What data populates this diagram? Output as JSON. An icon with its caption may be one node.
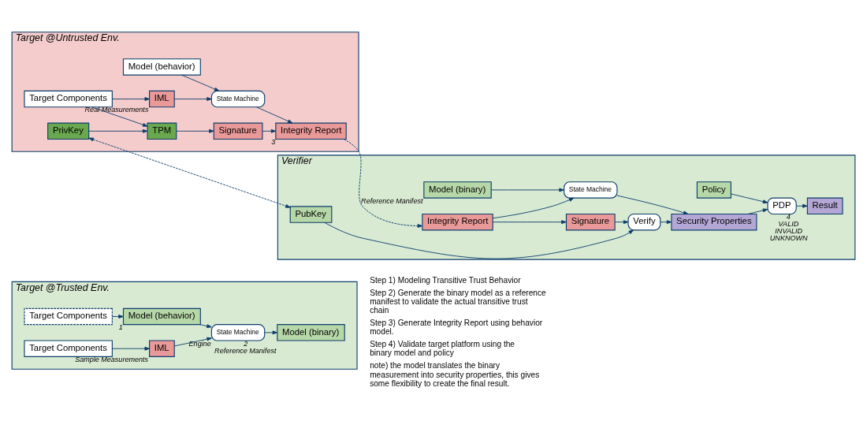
{
  "diagram": {
    "nodes": [
      {
        "text": [
          "Target @Trusted Env."
        ]
      },
      {
        "text": [
          "Target Components"
        ],
        "in": 0
      },
      {
        "text": [
          "Model (behavior)"
        ],
        "in": 0,
        "beside": [
          "1"
        ]
      },
      {
        "text": [
          "Target Components"
        ],
        "in": 0
      },
      {
        "text": [
          "IML"
        ],
        "in": 0,
        "beside": [
          "Sample Measurements"
        ]
      },
      {
        "text": [
          "State Machine"
        ],
        "in": 0,
        "beside": [
          "Engine"
        ]
      },
      {
        "text": [
          "Model (binary)"
        ],
        "in": 0,
        "beside": [
          "2",
          "Reference Manifest"
        ]
      },
      {
        "text": [
          "Target @Untrusted Env."
        ]
      },
      {
        "text": [
          "Model (behavior)"
        ],
        "in": 7
      },
      {
        "text": [
          "Target Components"
        ],
        "in": 7
      },
      {
        "text": [
          "IML"
        ],
        "in": 7,
        "beside": [
          "Real Measurements"
        ]
      },
      {
        "text": [
          "TPM"
        ],
        "in": 7
      },
      {
        "text": [
          "State Machine"
        ],
        "in": 7
      },
      {
        "text": [
          "Signature"
        ],
        "in": 7
      },
      {
        "text": [
          "Integrity Report"
        ],
        "in": 7,
        "beside": [
          "3"
        ]
      },
      {
        "text": [
          "PrivKey"
        ],
        "in": 7
      },
      {
        "text": [
          "Verifier"
        ]
      },
      {
        "text": [
          "Model (binary)"
        ],
        "in": 16,
        "beside": [
          "Reference Manifest"
        ]
      },
      {
        "text": [
          "Policy"
        ],
        "in": 16
      },
      {
        "text": [
          "Integrity Report"
        ],
        "in": 16
      },
      {
        "text": [
          "State Machine"
        ],
        "in": 16
      },
      {
        "text": [
          "Signature"
        ],
        "in": 16
      },
      {
        "text": [
          "Verify"
        ],
        "in": 16
      },
      {
        "text": [
          "Security Properties"
        ],
        "in": 16
      },
      {
        "text": [
          "PDP"
        ],
        "in": 16
      },
      {
        "text": [
          "Result"
        ],
        "in": 16,
        "beside": [
          "4",
          "VALID",
          "INVALID",
          "UNKNOWN"
        ]
      },
      {
        "text": [
          "PubKey"
        ],
        "in": 16
      }
    ],
    "edges": [
      {
        "from": 1,
        "to": 2,
        "arrow": "to"
      },
      {
        "from": 2,
        "to": 5,
        "arrow": "to"
      },
      {
        "from": 3,
        "to": 4,
        "arrow": "to"
      },
      {
        "from": 4,
        "to": 5,
        "arrow": "to"
      },
      {
        "from": 5,
        "to": 6,
        "arrow": "to"
      },
      {
        "from": 8,
        "to": 12,
        "arrow": "to"
      },
      {
        "from": 9,
        "to": 10,
        "arrow": "to"
      },
      {
        "from": 9,
        "to": 11,
        "arrow": "to"
      },
      {
        "from": 10,
        "to": 12,
        "arrow": "to"
      },
      {
        "from": 11,
        "to": 13,
        "arrow": "to"
      },
      {
        "from": 12,
        "to": 14,
        "arrow": "to"
      },
      {
        "from": 13,
        "to": 14,
        "arrow": "to"
      },
      {
        "from": 15,
        "to": 11,
        "arrow": "to"
      },
      {
        "from": 14,
        "to": 19,
        "arrow": "to",
        "style": "dashed"
      },
      {
        "from": 15,
        "to": 26,
        "arrow": "both",
        "style": "dashed"
      },
      {
        "from": 17,
        "to": 20,
        "arrow": "to"
      },
      {
        "from": 19,
        "to": 20,
        "arrow": "to"
      },
      {
        "from": 19,
        "to": 21,
        "arrow": "to"
      },
      {
        "from": 21,
        "to": 22,
        "arrow": "to"
      },
      {
        "from": 26,
        "to": 22,
        "arrow": "to"
      },
      {
        "from": 20,
        "to": 23,
        "arrow": "to"
      },
      {
        "from": 22,
        "to": 23,
        "arrow": "to"
      },
      {
        "from": 23,
        "to": 24,
        "arrow": "to"
      },
      {
        "from": 18,
        "to": 24,
        "arrow": "to"
      },
      {
        "from": 24,
        "to": 25,
        "arrow": "to"
      }
    ],
    "labels": [
      "Step 1) Modeling Transitive Trust Behavior",
      "Step 2) Generate the binary model as a reference  manifest to validate the actual transitive trust chain",
      "Step 3) Generate Integrity Report using behavior model.",
      "Step 4) Validate target platform using the binary model and policy",
      "note) the model translates the binary measurement into security properties, this gives some flexibility to create the final result."
    ]
  }
}
